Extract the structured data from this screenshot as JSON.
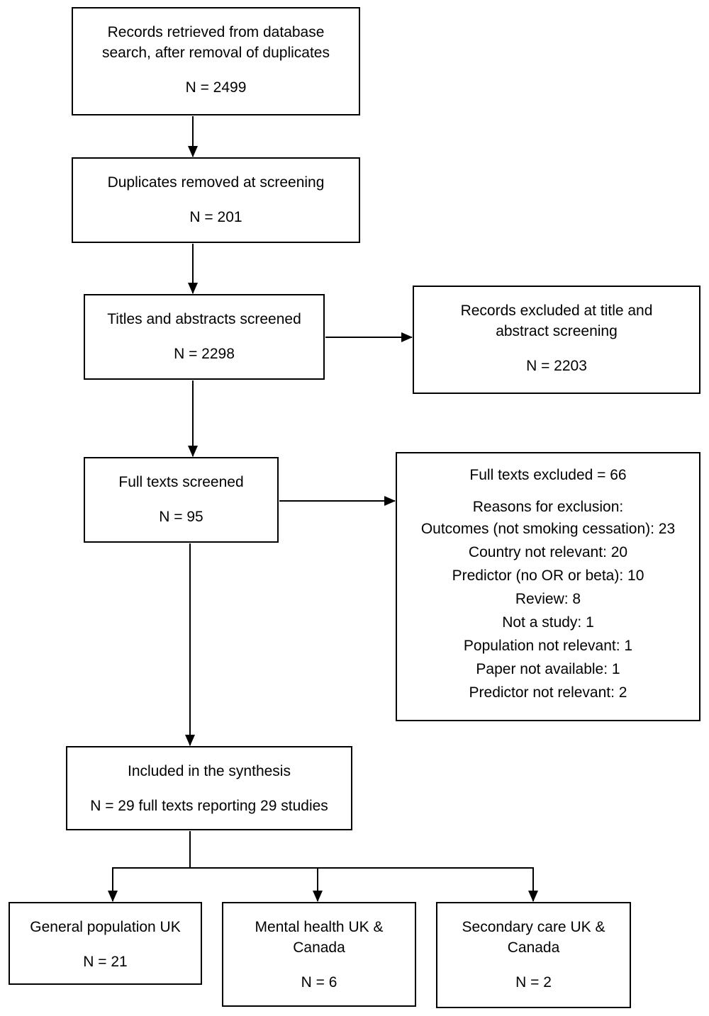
{
  "colors": {
    "box_border": "#000000",
    "text": "#000000",
    "background": "#ffffff",
    "arrow": "#000000"
  },
  "flowchart": {
    "boxes": {
      "records_retrieved": {
        "label": "Records retrieved from database search, after removal of duplicates",
        "count": "N = 2499"
      },
      "duplicates_removed": {
        "label": "Duplicates removed at screening",
        "count": "N = 201"
      },
      "titles_abstracts_screened": {
        "label": "Titles and abstracts screened",
        "count": "N = 2298"
      },
      "records_excluded": {
        "label": "Records excluded at title and abstract screening",
        "count": "N = 2203"
      },
      "full_texts_screened": {
        "label": "Full texts screened",
        "count": "N = 95"
      },
      "full_texts_excluded": {
        "title": "Full texts excluded = 66",
        "reasons_heading": "Reasons for exclusion:",
        "reasons": [
          "Outcomes (not smoking cessation): 23",
          "Country not relevant: 20",
          "Predictor (no OR or beta): 10",
          "Review: 8",
          "Not a study: 1",
          "Population not relevant: 1",
          "Paper not available: 1",
          "Predictor not relevant: 2"
        ]
      },
      "included_synthesis": {
        "label": "Included in the synthesis",
        "count": "N = 29 full texts reporting 29 studies"
      },
      "general_population_uk": {
        "label": "General population UK",
        "count": "N = 21"
      },
      "mental_health": {
        "label": "Mental health UK & Canada",
        "count": "N = 6"
      },
      "secondary_care": {
        "label": "Secondary care UK & Canada",
        "count": "N = 2"
      }
    }
  }
}
